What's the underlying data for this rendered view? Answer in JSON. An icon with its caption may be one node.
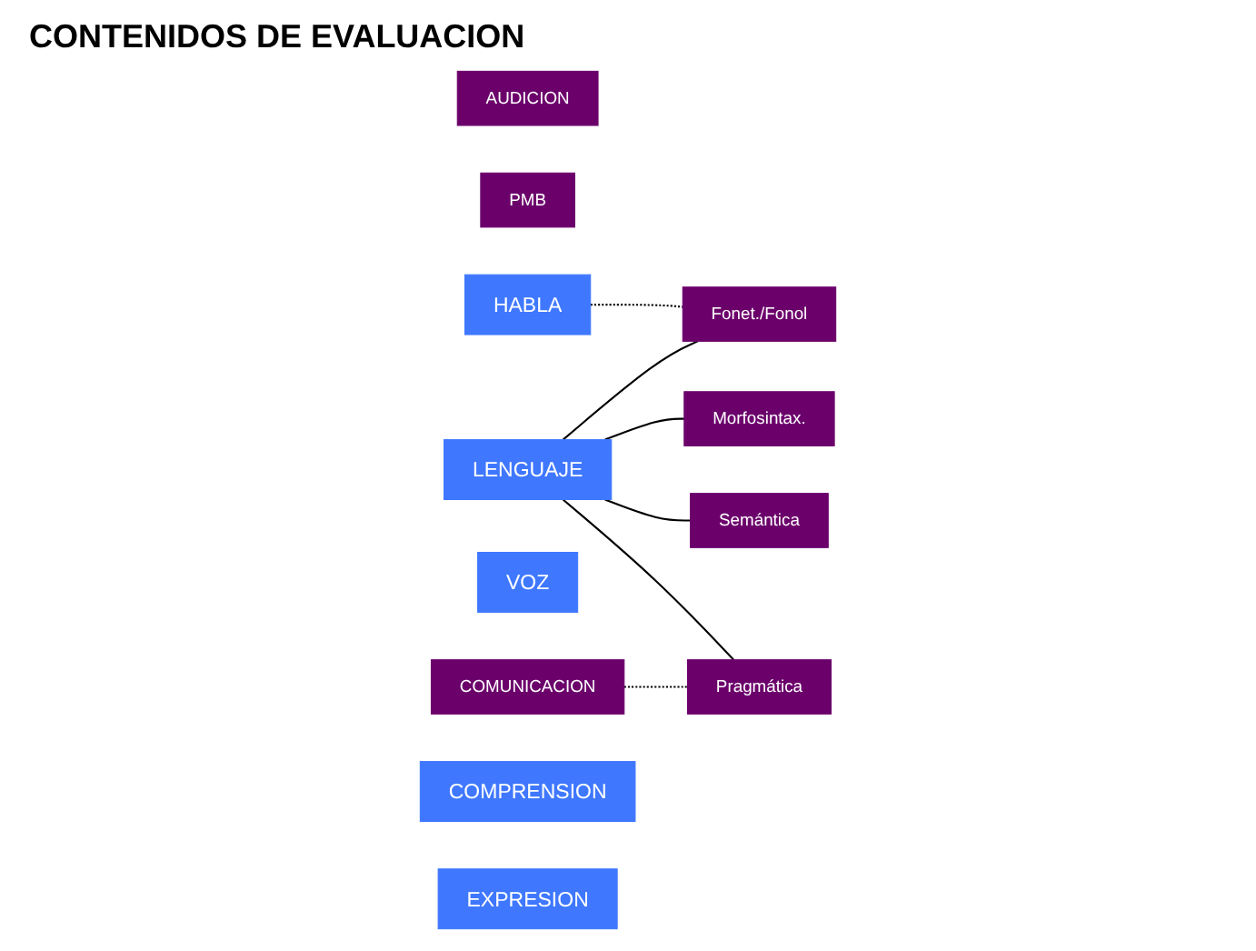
{
  "diagram": {
    "title": "CONTENIDOS DE EVALUACION",
    "nodes": [
      {
        "text": [
          "AUDICION"
        ]
      },
      {
        "text": [
          "PMB"
        ]
      },
      {
        "text": [
          "HABLA"
        ]
      },
      {
        "text": [
          "Fonet./Fonol"
        ]
      },
      {
        "text": [
          "LENGUAJE"
        ]
      },
      {
        "text": [
          "Morfosintax."
        ]
      },
      {
        "text": [
          "VOZ"
        ]
      },
      {
        "text": [
          "Semántica"
        ]
      },
      {
        "text": [
          "Pragmática"
        ]
      },
      {
        "text": [
          "COMUNICACION"
        ]
      },
      {
        "text": [
          "COMPRENSION"
        ]
      },
      {
        "text": [
          "EXPRESION"
        ]
      }
    ],
    "edges": [
      {
        "from": 2,
        "to": 3,
        "arrow": "none",
        "style": "dashed"
      },
      {
        "from": 4,
        "to": 3,
        "arrow": "none"
      },
      {
        "from": 4,
        "to": 5,
        "arrow": "none"
      },
      {
        "from": 4,
        "to": 7,
        "arrow": "none"
      },
      {
        "from": 4,
        "to": 8,
        "arrow": "none"
      },
      {
        "from": 9,
        "to": 8,
        "arrow": "none",
        "style": "dashed"
      }
    ]
  }
}
